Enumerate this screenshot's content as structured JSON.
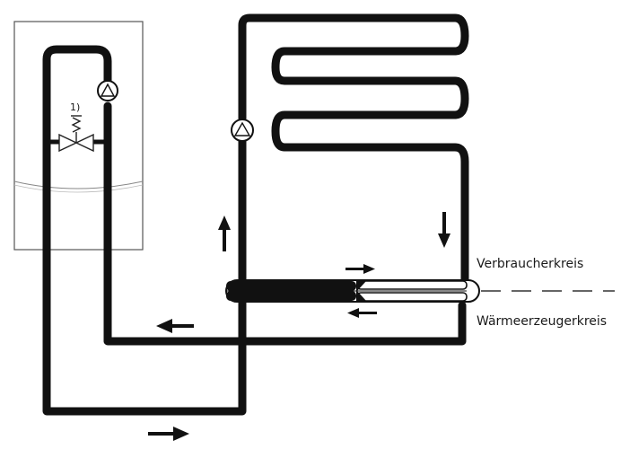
{
  "labels": {
    "consumer_circuit": "Verbraucherkreis",
    "generator_circuit": "Wärmeerzeugerkreis",
    "valve_marker": "1)"
  },
  "colors": {
    "pipe": "#111111",
    "background": "#ffffff",
    "boiler_outline": "#555555",
    "text": "#1a1a1a"
  },
  "icons": [
    "pump-icon",
    "overflow-valve-icon",
    "flow-arrow-icon"
  ]
}
